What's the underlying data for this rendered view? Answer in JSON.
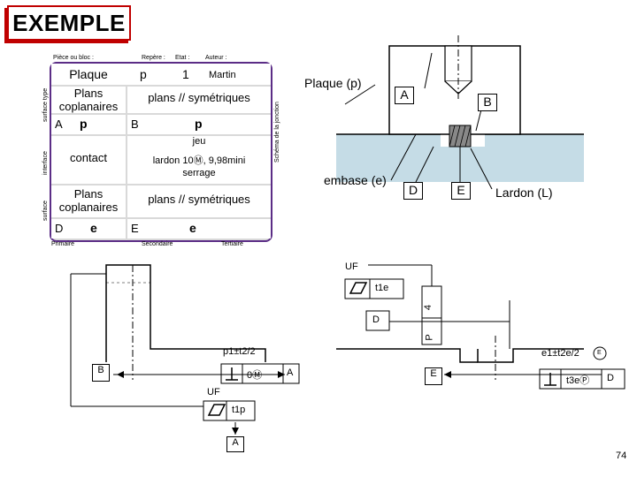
{
  "slide": {
    "title": "EXEMPLE",
    "page_number": "74"
  },
  "form": {
    "header_piece": "Pièce ou bloc :",
    "header_repere": "Repère :",
    "header_etat": "Etat :",
    "header_auteur": "Auteur :",
    "piece": "Plaque",
    "repere": "p",
    "etat": "1",
    "auteur": "Martin",
    "side_surface_type": "surface type",
    "side_interface": "interface",
    "side_surface": "surface",
    "side_schema": "Schéma de la jonction",
    "row1_left": "Plans coplanaires",
    "row1_right": "plans // symétriques",
    "row2_a": "A",
    "row2_p": "p",
    "row2_b": "B",
    "row2_p2": "p",
    "contact": "contact",
    "jeu": "jeu",
    "lardon_spec": "lardon 10Ⓜ, 9,98mini",
    "serrage": "serrage",
    "row4_left": "Plans coplanaires",
    "row4_right": "plans // symétriques",
    "row5_d": "D",
    "row5_e": "e",
    "row5_e_letter": "E",
    "row5_e2": "e",
    "foot_primaire": "Primaire",
    "foot_secondaire": "Secondaire",
    "foot_tertiaire": "Tertiaire"
  },
  "assembly": {
    "plaque_label": "Plaque (p)",
    "a": "A",
    "b": "B",
    "embase_label": "embase (e)",
    "d": "D",
    "e": "E",
    "lardon_label": "Lardon (L)"
  },
  "drawing": {
    "uf_top": "UF",
    "t1e": "t1e",
    "d_box": "D",
    "four": "4",
    "p": "P",
    "p1": "p1±t2/2",
    "zero_m": "0Ⓜ",
    "a_box": "A",
    "b_box": "B",
    "uf_bottom": "UF",
    "t1p": "t1p",
    "a_bottom": "A",
    "e1": "e1±t2e/2",
    "e_circle": "E",
    "e_box": "E",
    "t3e": "t3eⓅ",
    "d_end": "D"
  },
  "colors": {
    "title_border": "#c00000",
    "card_border": "#5b2d86",
    "embase_fill": "#c5dce6"
  }
}
